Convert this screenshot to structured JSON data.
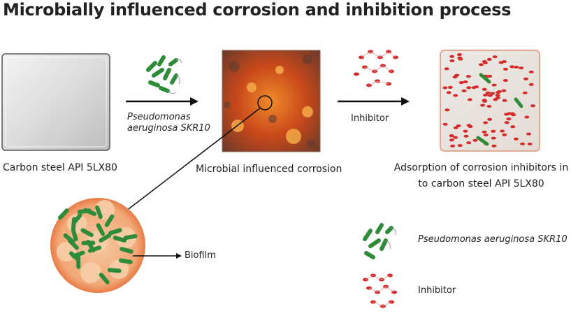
{
  "title": "Microbially influenced corrosion and inhibition process",
  "stages": {
    "steel_label": "Carbon steel API 5LX80",
    "mic_label": "Microbial influenced corrosion",
    "adsorption_label_line1": "Adsorption of corrosion inhibitors in",
    "adsorption_label_line2": "to carbon steel API 5LX80"
  },
  "arrows": {
    "bacteria_line1": "Pseudomonas",
    "bacteria_line2": "aeruginosa SKR10",
    "inhibitor": "Inhibitor"
  },
  "biofilm_label": "Biofilm",
  "legend": {
    "bacteria": "Pseudomonas aeruginosa SKR10",
    "inhibitor": "Inhibitor"
  },
  "colors": {
    "bacteria": "#2e8b3a",
    "inhibitor": "#d42a2a",
    "rust": "#d9561c",
    "steel": "#d8d8d8"
  }
}
